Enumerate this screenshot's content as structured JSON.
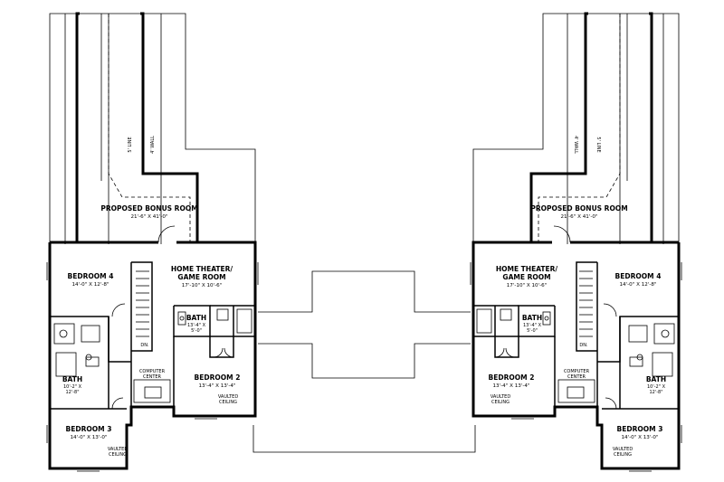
{
  "rooms": {
    "bonus": {
      "name": "PROPOSED BONUS ROOM",
      "dims": "21'-6\" X 41'-0\""
    },
    "theater": {
      "line1": "HOME THEATER/",
      "line2": "GAME ROOM",
      "dims": "17'-10\" X 10'-6\""
    },
    "bedroom4": {
      "name": "BEDROOM 4",
      "dims": "14'-0\" X 12'-8\""
    },
    "bedroom3": {
      "name": "BEDROOM 3",
      "dims": "14'-0\" X 13'-0\""
    },
    "bedroom2": {
      "name": "BEDROOM 2",
      "dims": "13'-4\" X 13'-4\""
    },
    "bath_small": {
      "name": "BATH",
      "dims1": "13'-4\" X",
      "dims2": "5'-0\""
    },
    "bath_large": {
      "name": "BATH",
      "dims1": "10'-2\" X",
      "dims2": "12'-8\""
    }
  },
  "notes": {
    "line": "5' LINE",
    "wall": "4' WALL",
    "computer1": "COMPUTER",
    "computer2": "CENTER",
    "vaulted1": "VAULTED",
    "vaulted2": "CEILING",
    "dn": "DN."
  }
}
